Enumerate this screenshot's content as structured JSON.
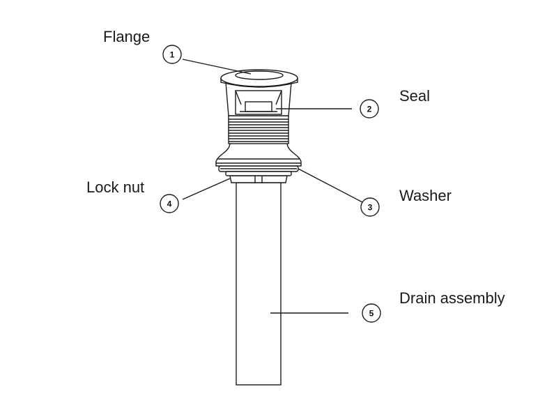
{
  "parts": [
    {
      "number": "1",
      "label": "Flange"
    },
    {
      "number": "2",
      "label": "Seal"
    },
    {
      "number": "3",
      "label": "Washer"
    },
    {
      "number": "4",
      "label": "Lock nut"
    },
    {
      "number": "5",
      "label": "Drain assembly"
    }
  ]
}
